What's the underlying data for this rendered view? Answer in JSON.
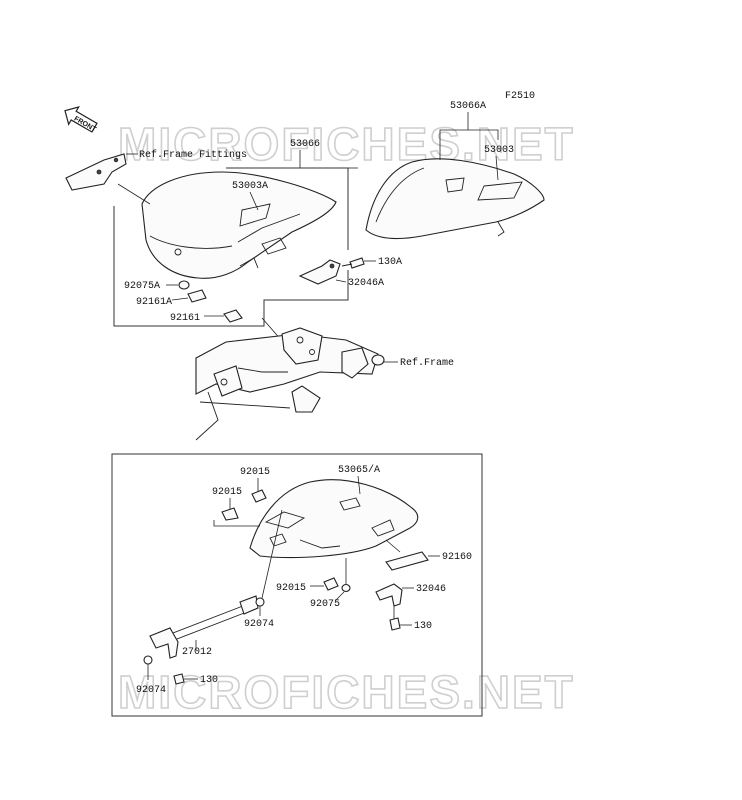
{
  "diagram_code": "F2510",
  "watermark": "MICROFICHES.NET",
  "front_tag": "FRONT",
  "labels": {
    "p53066A": "53066A",
    "p53003_top": "53003",
    "p53066": "53066",
    "ref_frame_fittings": "Ref.Frame Fittings",
    "p53003A": "53003A",
    "p130A": "130A",
    "p92075A": "92075A",
    "p32046A": "32046A",
    "p92161A": "92161A",
    "p92161": "92161",
    "ref_frame": "Ref.Frame",
    "p92015_a": "92015",
    "p53065A": "53065/A",
    "p92015_b": "92015",
    "p92160": "92160",
    "p92015_c": "92015",
    "p32046": "32046",
    "p92075": "92075",
    "p92074_a": "92074",
    "p130_a": "130",
    "p27012": "27012",
    "p92074_b": "92074",
    "p130_b": "130"
  }
}
